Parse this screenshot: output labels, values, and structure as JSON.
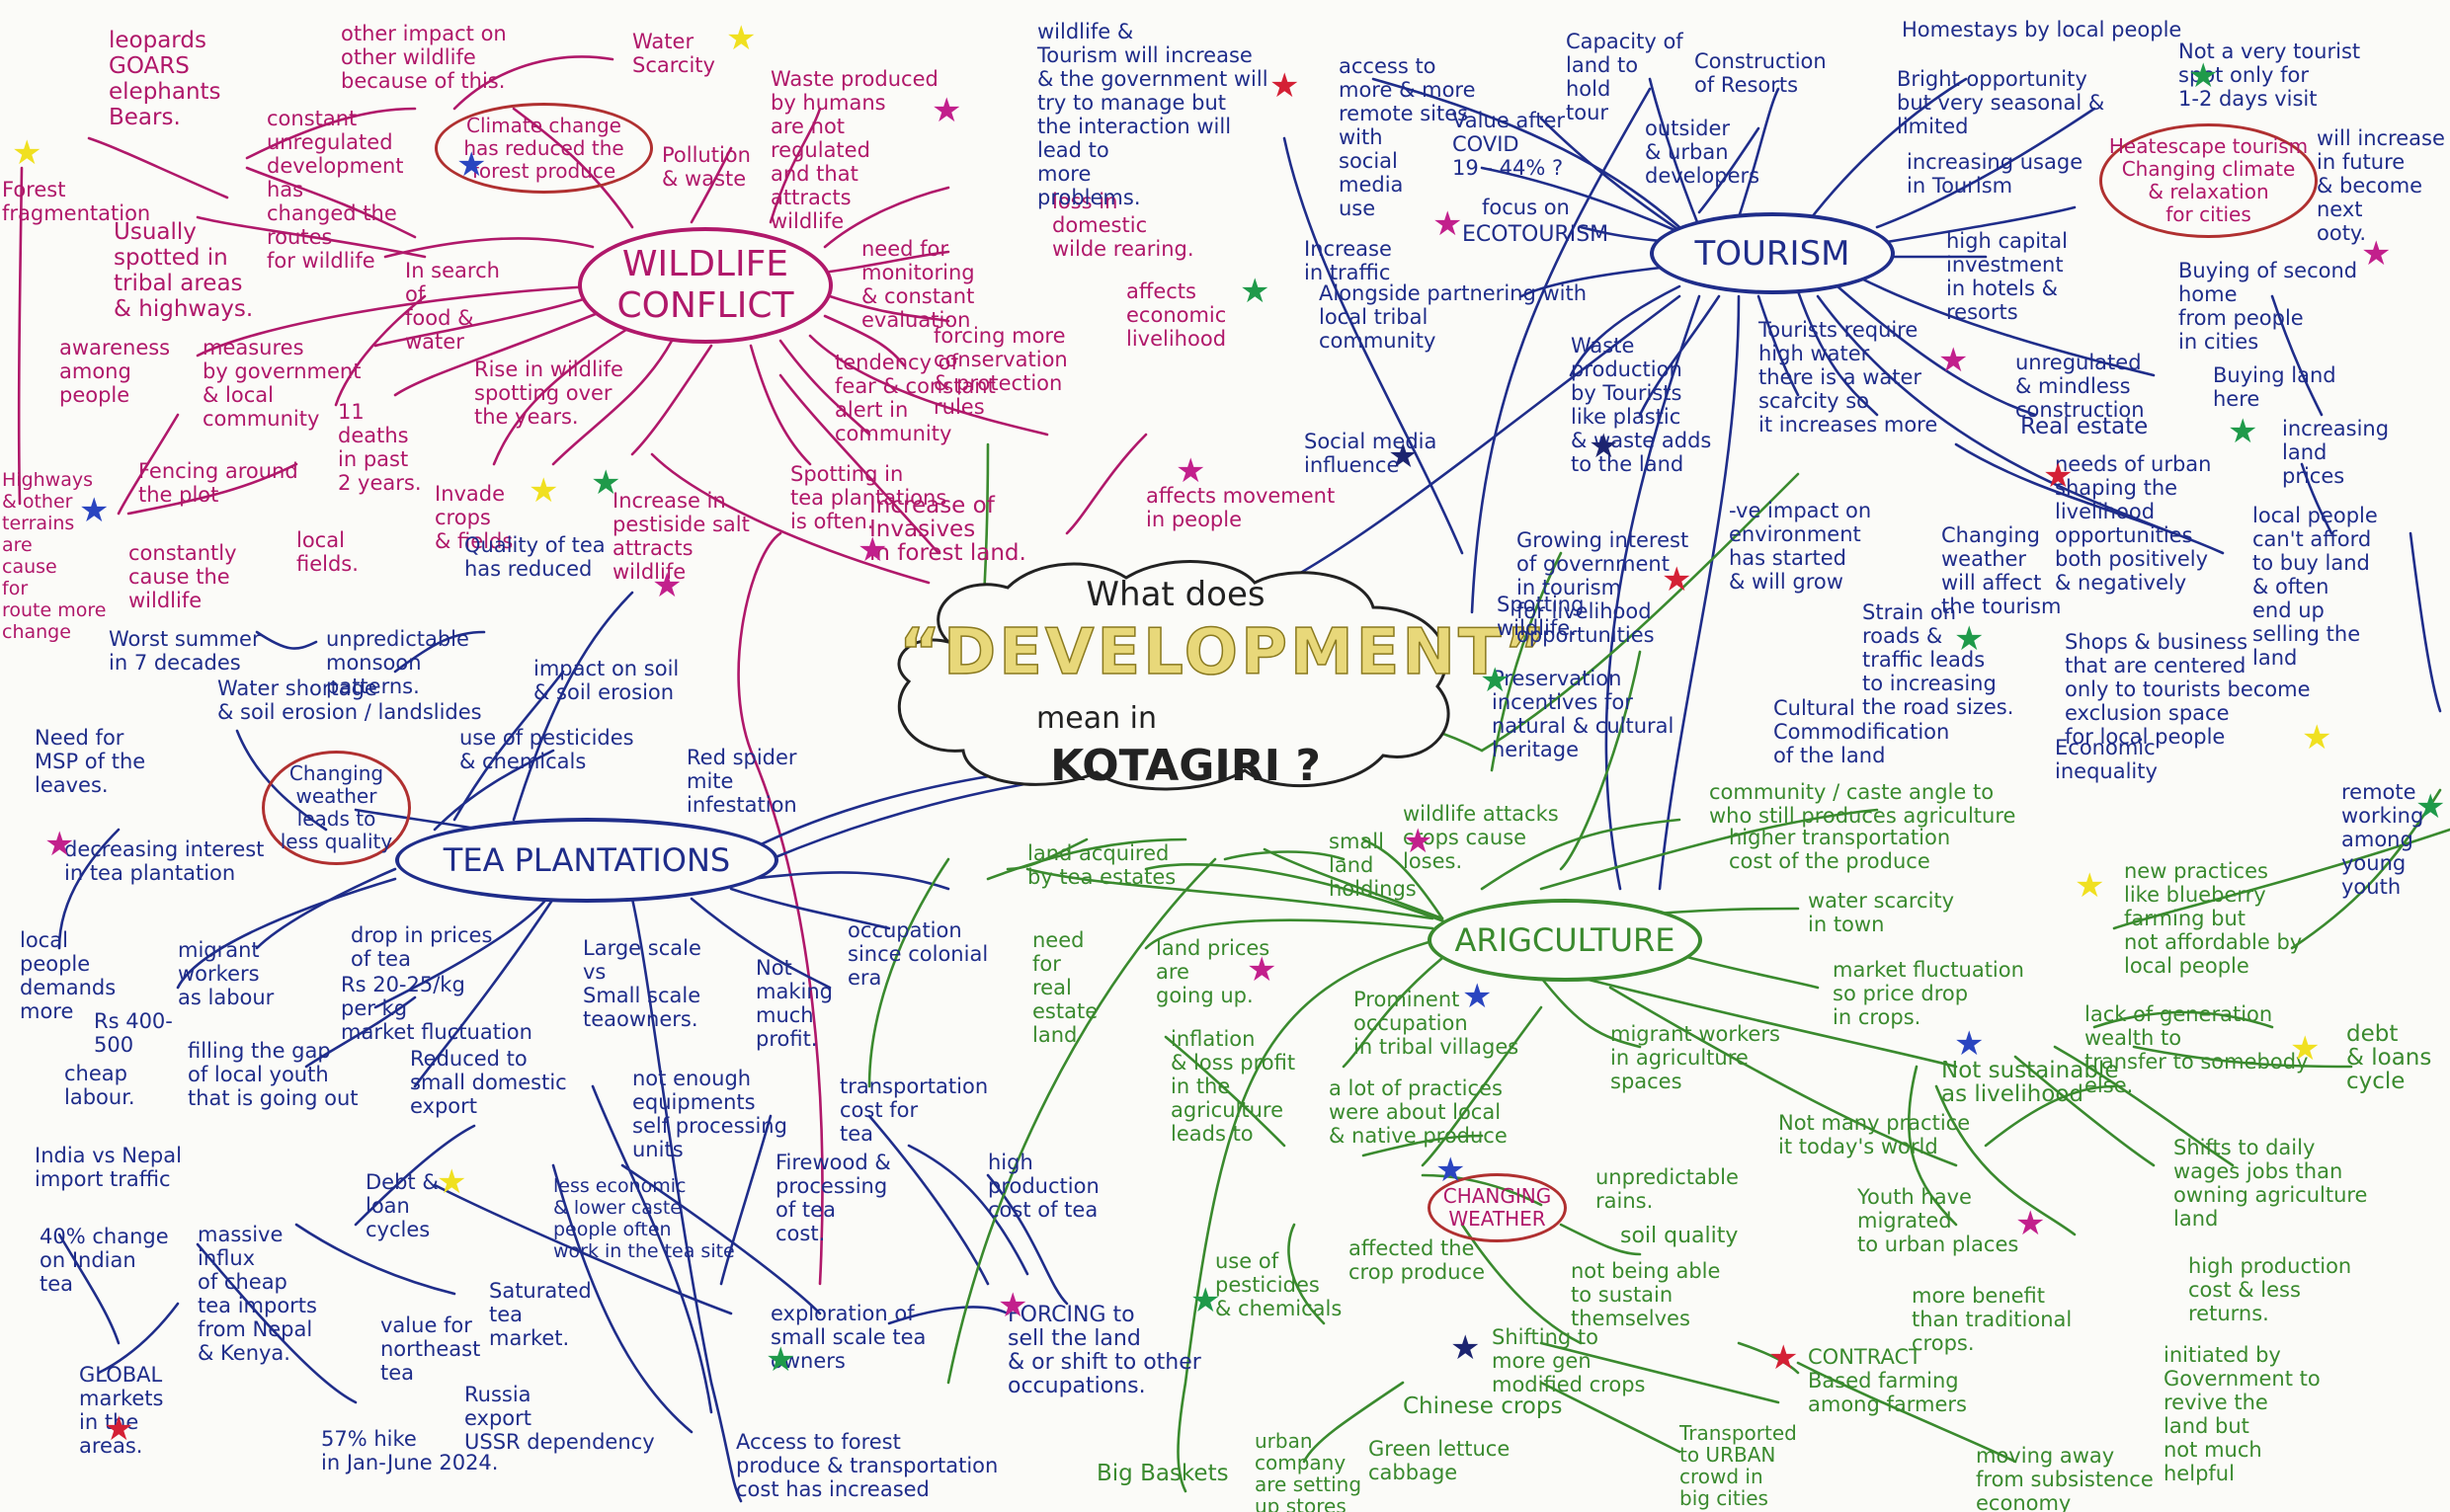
{
  "colors": {
    "wildlife": "#b0186a",
    "tourism": "#1f2d8a",
    "tea": "#1f2d8a",
    "agri": "#3a8a2e",
    "ring": "#b03030",
    "star_red": "#d42035",
    "star_green": "#1f9a4a",
    "star_blue": "#2a45c0",
    "star_magenta": "#c2208c",
    "star_yellow": "#f0e020",
    "star_navy": "#1c2470"
  },
  "central": {
    "line1": "What does",
    "quote_open": "“",
    "keyword": "DEVELOPMENT",
    "quote_close": "”",
    "line3": "mean in",
    "line4": "KOTAGIRI ?"
  },
  "hubs": {
    "wildlife": "WILDLIFE\nCONFLICT",
    "tourism": "TOURISM",
    "tea": "TEA PLANTATIONS",
    "agri": "ARIGCULTURE"
  },
  "rings": {
    "climate": "Climate change\nhas reduced the\nforest produce",
    "weather_tea": "Changing\nweather\nleads to\nless quality",
    "heatescape": "Heatescape tourism\nChanging climate\n& relaxation\nfor cities",
    "weather_agri": "CHANGING\nWEATHER"
  },
  "notes": {
    "w1": "leopards\nGOARS\nelephants\nBears.",
    "w2": "other impact on\nother wildlife\nbecause of this.",
    "w3": "Water\nScarcity",
    "w4": "constant\nunregulated\ndevelopment\nhas\nchanged the\nroutes\nfor wildlife",
    "w5": "Forest\nfragmentation",
    "w6": "Usually\nspotted in\ntribal areas\n& highways.",
    "w7": "Pollution\n& waste",
    "w8": "Waste produced\nby humans\nare not\nregulated\nand that\nattracts\nwildlife",
    "w9": "In search\nof\nfood &\nwater",
    "w10": "loss in\ndomestic\nwilde rearing.",
    "w11": "need for\nmonitoring\n& constant\nevaluation",
    "w12": "affects\neconomic\nlivelihood",
    "w13": "awareness\namong\npeople",
    "w14": "measures\nby government\n& local\ncommunity",
    "w15": "Rise in wildlife\nspotting over\nthe years.",
    "w16": "forcing more\nconservation\n& protection\nrules",
    "w17": "tendency of\nfear & constant\nalert in\ncommunity",
    "w18": "11\ndeaths\nin past\n2 years.",
    "w19": "Fencing around\nthe plot",
    "w20": "Highways\n& other\nterrains\nare\ncause\nfor\nroute more\nchange",
    "w21": "Invade\ncrops\n& fields",
    "w22": "Increase in\npestiside salt\nattracts\nwildlife",
    "w23": "Spotting in\ntea plantations\nis often.",
    "w24": "affects movement\nin people",
    "w25": "constantly\ncause the\nwildlife",
    "w26": "local\nfields.",
    "w27": "Increase of\nInvasives\nin forest land.",
    "t1": "wildlife &\nTourism will increase\n& the government will\ntry to manage but\nthe interaction will\nlead to\nmore\nproblems.",
    "t2": "access to\nmore & more\nremote sites\nwith\nsocial\nmedia\nuse",
    "t3": "Capacity of\nland to\nhold\ntour",
    "t4": "Construction\nof Resorts",
    "t5": "Homestays by local people",
    "t6": "Not a very tourist\nspot only for\n1-2 days visit",
    "t7": "Bright opportunity\nbut very seasonal &\nlimited",
    "t8": "outsider\n& urban\ndevelopers",
    "t9": "Value after\nCOVID\n19 - 44% ?",
    "t10": "focus on",
    "t11": "ECOTOURISM",
    "t12": "increasing usage\nin Tourism",
    "t13": "will increase\nin future\n& become\nnext\nooty.",
    "t14": "Increase\nin traffic",
    "t15": "Alongside partnering with\nlocal tribal\ncommunity",
    "t16": "high capital\ninvestment\nin hotels &\nresorts",
    "t17": "Buying of second\nhome\nfrom people\nin cities",
    "t18": "Waste\nproduction\nby Tourists\nlike plastic\n& waste adds\nto the land",
    "t19": "Tourists require\nhigh water\nthere is a water\nscarcity so\nit increases more",
    "t20": "unregulated\n& mindless\nconstruction",
    "t21": "Buying land\nhere",
    "t22": "Social media\ninfluence",
    "t23": "Real estate",
    "t24": "needs of urban\nshaping the\nlivelihood\nopportunities\nboth positively\n& negatively",
    "t25": "increasing\nland\nprices",
    "t26": "-ve impact on\nenvironment\nhas started\n& will grow",
    "t27": "Growing interest\nof government\nin tourism\nfor livelihood\nopportunities",
    "t28": "Changing\nweather\nwill affect\nthe tourism",
    "t29": "local people\ncan't afford\nto buy land\n& often\nend up\nselling the\nland",
    "t30": "Spotting\nwildlife.",
    "t31": "Strain on\nroads &\ntraffic leads\nto increasing\nthe road sizes.",
    "t32": "Preservation\nincentives for\nnatural & cultural\nheritage",
    "t33": "Cultural\nCommodification\nof the land",
    "t34": "Shops & business\nthat are centered\nonly to tourists become\nexclusion space\nfor local people",
    "t35": "Economic\ninequality",
    "te1": "Worst summer\nin 7 decades",
    "te2": "unpredictable\nmonsoon\npatterns.",
    "te3": "Quality of tea\nhas reduced",
    "te4": "Water shortage\n& soil erosion / landslides",
    "te5": "impact on soil\n& soil erosion",
    "te6": "Need for\nMSP of the\nleaves.",
    "te7": "use of pesticides\n& chemicals",
    "te8": "Red spider\nmite\ninfestation",
    "te9": "decreasing interest\nin tea plantation",
    "te10": "local\npeople\ndemands\nmore",
    "te11": "migrant\nworkers\nas labour",
    "te12": "Rs 400-\n500",
    "te13": "cheap\nlabour.",
    "te14": "filling the gap\nof local youth\nthat is going out",
    "te15": "drop in prices\nof tea",
    "te16": "Rs 20-25/kg\nper kg\nmarket fluctuation",
    "te17": "Large scale\nvs\nSmall scale\nteaowners.",
    "te18": "Not\nmaking\nmuch\nprofit.",
    "te19": "occupation\nsince colonial\nera",
    "te20": "Reduced to\nsmall domestic\nexport",
    "te21": "not enough\nequipments\nself processing\nunits",
    "te22": "transportation\ncost for\ntea",
    "te23": "India vs Nepal\nimport traffic",
    "te24": "Debt &\nloan\ncycles",
    "te25": "less economic\n& lower caste\npeople often\nwork in the tea site",
    "te26": "Firewood &\nprocessing\nof tea\ncost.",
    "te27": "high\nproduction\ncost of tea",
    "te28": "40% change\non Indian\ntea",
    "te29": "massive\ninflux\nof cheap\ntea imports\nfrom Nepal\n& Kenya.",
    "te30": "Saturated\ntea\nmarket.",
    "te31": "value for\nnortheast\ntea",
    "te32": "exploration of\nsmall scale tea\nowners",
    "te33": "FORCING to\nsell the land\n& or shift to other\noccupations.",
    "te34": "GLOBAL\nmarkets\nin the\nareas.",
    "te35": "57% hike\nin Jan-June 2024.",
    "te36": "Russia\nexport\nUSSR dependency",
    "te37": "Access to forest\nproduce & transportation\ncost has increased",
    "a1": "community / caste angle to\nwho still produces agriculture",
    "a2": "wildlife attacks\ncrops cause\nloses.",
    "a3": "higher transportation\ncost of the produce",
    "a4": "small\nland\nholdings",
    "a5": "land acquired\nby tea estates",
    "a6": "remote\nworking\namong\nyoung\nyouth",
    "a7": "new practices\nlike blueberry\nfarming but\nnot affordable by\nlocal people",
    "a8": "water scarcity\nin town",
    "a9": "need\nfor\nreal\nestate\nland",
    "a10": "land prices\nare\ngoing up.",
    "a11": "market fluctuation\nso price drop\nin crops.",
    "a12": "Prominent\noccupation\nin tribal villages",
    "a13": "inflation\n& loss profit\nin the\nagriculture\nleads to",
    "a14": "migrant workers\nin agriculture\nspaces",
    "a15": "lack of generation\nwealth to\ntransfer to somebody\nelse.",
    "a16": "debt\n& loans\ncycle",
    "a17": "Not sustainable\nas livelihood",
    "a18": "a lot of practices\nwere about local\n& native produce",
    "a19": "Not many practice\nit today's world",
    "a20": "unpredictable\nrains.",
    "a21": "Shifts to daily\nwages jobs than\nowning agriculture\nland",
    "a22": "soil quality",
    "a23": "Youth have\nmigrated\nto urban places",
    "a24": "affected the\ncrop produce",
    "a25": "use of\npesticides\n& chemicals",
    "a26": "not being able\nto sustain\nthemselves",
    "a27": "high production\ncost & less\nreturns.",
    "a28": "more benefit\nthan traditional\ncrops.",
    "a29": "Shifting to\nmore gen\nmodified crops",
    "a30": "CONTRACT\nBased farming\namong farmers",
    "a31": "initiated by\nGovernment to\nrevive the\nland but\nnot much\nhelpful",
    "a32": "Chinese crops",
    "a33": "Big Baskets",
    "a34": "urban\ncompany\nare setting\nup stores",
    "a35": "Green lettuce\ncabbage",
    "a36": "Transported\nto URBAN\ncrowd in\nbig cities",
    "a37": "moving away\nfrom subsistence\neconomy"
  }
}
